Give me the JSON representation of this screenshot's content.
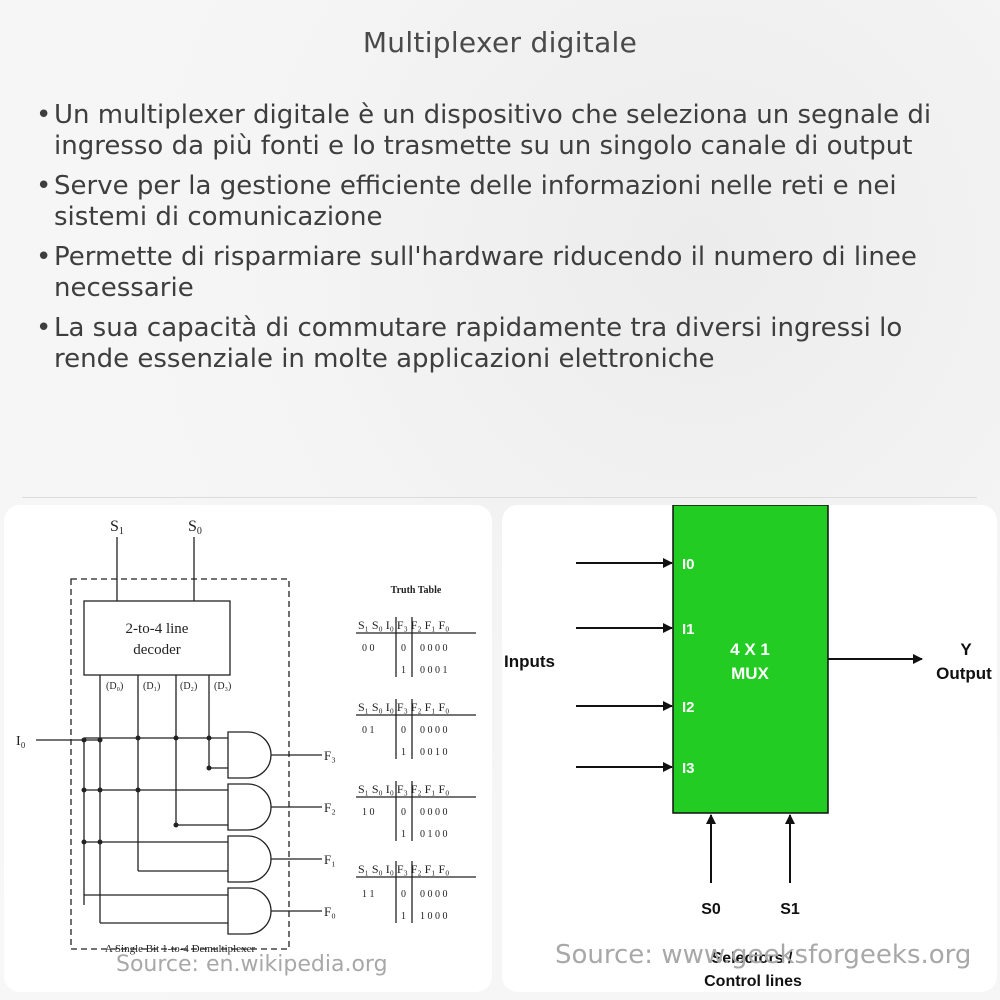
{
  "title": "Multiplexer digitale",
  "bullets": [
    "Un multiplexer digitale è un dispositivo che seleziona un segnale di ingresso da più fonti e lo trasmette su un singolo canale di output",
    "Serve per la gestione efficiente delle informazioni nelle reti e nei sistemi di comunicazione",
    "Permette di risparmiare sull'hardware riducendo il numero di linee necessarie",
    "La sua capacità di commutare rapidamente tra diversi ingressi lo rende essenziale in molte applicazioni elettroniche"
  ],
  "left_figure": {
    "s1": "S",
    "s1_sub": "1",
    "s0": "S",
    "s0_sub": "0",
    "decoder_line1": "2-to-4 line",
    "decoder_line2": "decoder",
    "d_labels": [
      "(D₀)",
      "(D₁)",
      "(D₂)",
      "(D₃)"
    ],
    "input_label": "I₀",
    "outputs": [
      "F₃",
      "F₂",
      "F₁",
      "F₀"
    ],
    "caption": "A Single Bit 1-to-4 Demultiplexer",
    "truth_table_title": "Truth Table",
    "truth_table_header": "S₁ S₀  I₀  F₃ F₂ F₁ F₀",
    "truth_table_blocks": [
      {
        "sel": "0   0",
        "rows": [
          [
            "0",
            "0  0  0  0"
          ],
          [
            "1",
            "0  0  0  1"
          ]
        ]
      },
      {
        "sel": "0   1",
        "rows": [
          [
            "0",
            "0  0  0  0"
          ],
          [
            "1",
            "0  0  1  0"
          ]
        ]
      },
      {
        "sel": "1   0",
        "rows": [
          [
            "0",
            "0  0  0  0"
          ],
          [
            "1",
            "0  1  0  0"
          ]
        ]
      },
      {
        "sel": "1   1",
        "rows": [
          [
            "0",
            "0  0  0  0"
          ],
          [
            "1",
            "1  0  0  0"
          ]
        ]
      }
    ],
    "source": "Source: en.wikipedia.org"
  },
  "right_figure": {
    "inputs_label": "Inputs",
    "input_pins": [
      "I0",
      "I1",
      "I2",
      "I3"
    ],
    "mux_line1": "4 X 1",
    "mux_line2": "MUX",
    "output_y": "Y",
    "output_label": "Output",
    "selectors": [
      "S0",
      "S1"
    ],
    "selectors_line1": "Selectors /",
    "selectors_line2": "Control lines",
    "source": "Source: www.geeksforgeeks.org",
    "mux_color": "#22cc22"
  }
}
